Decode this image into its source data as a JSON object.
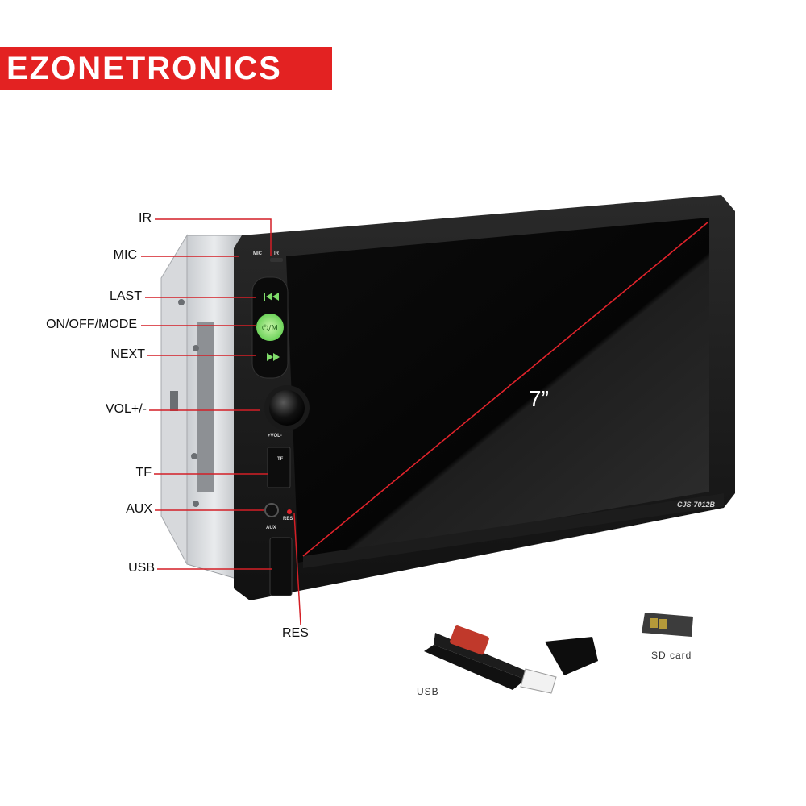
{
  "brand": {
    "name": "EZONETRONICS",
    "color": "#e32222"
  },
  "device": {
    "screen_size": "7”",
    "model": "CJS-7012B",
    "port_labels": {
      "mic": "MIC",
      "ir": "IR",
      "tf": "TF",
      "aux": "AUX",
      "res": "RES",
      "vol": "+VOL-",
      "power": "⏻/M"
    }
  },
  "callouts": {
    "ir": "IR",
    "mic": "MIC",
    "last": "LAST",
    "on_off_mode": "ON/OFF/MODE",
    "next": "NEXT",
    "vol": "VOL+/-",
    "tf": "TF",
    "aux": "AUX",
    "usb": "USB",
    "res": "RES"
  },
  "accessories": {
    "usb_caption": "USB",
    "sd_caption": "SD card"
  },
  "colors": {
    "callout_line": "#d41f26",
    "diagonal": "#e0232b",
    "button_glow": "#7fdc6a"
  }
}
